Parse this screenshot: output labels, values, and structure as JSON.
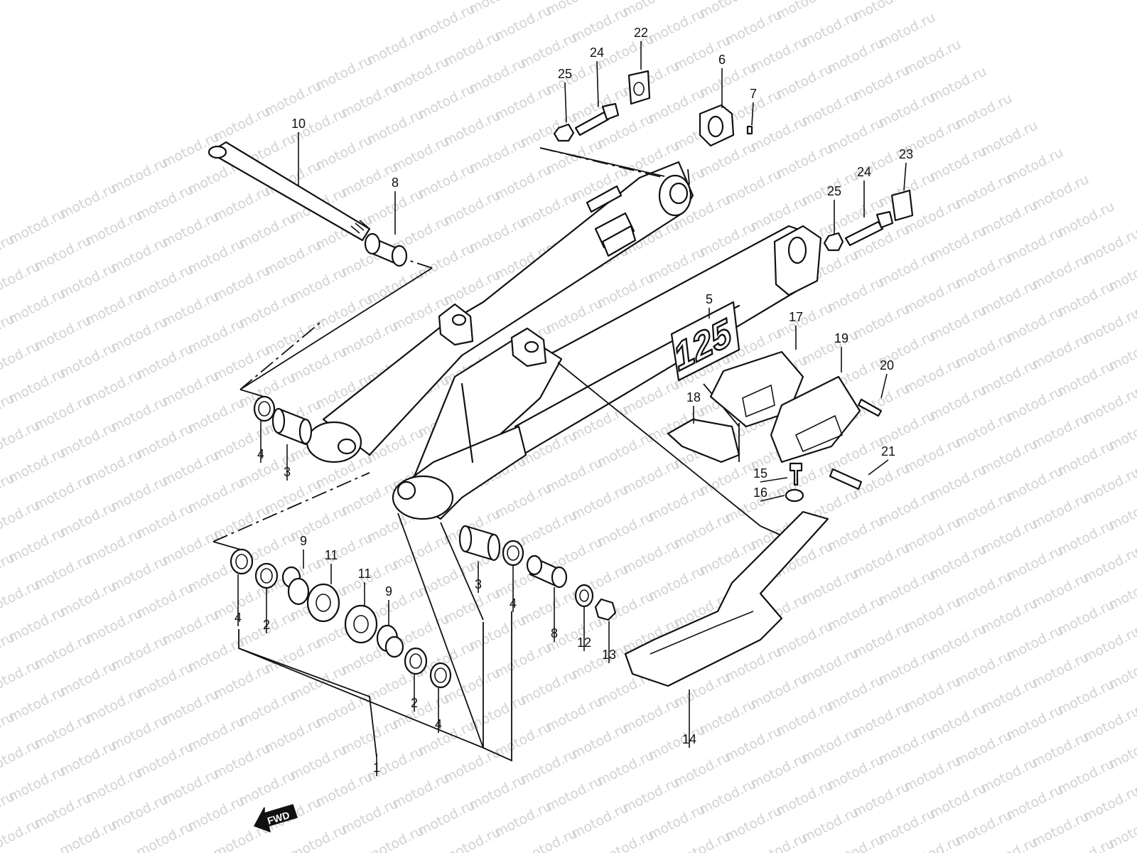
{
  "watermark": {
    "text": "motod.ru"
  },
  "badge": {
    "text": "125"
  },
  "fwd_marker": {
    "label": "FWD"
  },
  "callouts": [
    {
      "label": "25"
    },
    {
      "label": "24"
    },
    {
      "label": "22"
    },
    {
      "label": "6"
    },
    {
      "label": "7"
    },
    {
      "label": "10"
    },
    {
      "label": "8"
    },
    {
      "label": "23"
    },
    {
      "label": "24"
    },
    {
      "label": "25"
    },
    {
      "label": "5"
    },
    {
      "label": "17"
    },
    {
      "label": "19"
    },
    {
      "label": "20"
    },
    {
      "label": "18"
    },
    {
      "label": "21"
    },
    {
      "label": "15"
    },
    {
      "label": "16"
    },
    {
      "label": "4"
    },
    {
      "label": "3"
    },
    {
      "label": "9"
    },
    {
      "label": "11"
    },
    {
      "label": "11"
    },
    {
      "label": "9"
    },
    {
      "label": "4"
    },
    {
      "label": "2"
    },
    {
      "label": "3"
    },
    {
      "label": "4"
    },
    {
      "label": "8"
    },
    {
      "label": "12"
    },
    {
      "label": "13"
    },
    {
      "label": "2"
    },
    {
      "label": "4"
    },
    {
      "label": "14"
    },
    {
      "label": "1"
    }
  ]
}
